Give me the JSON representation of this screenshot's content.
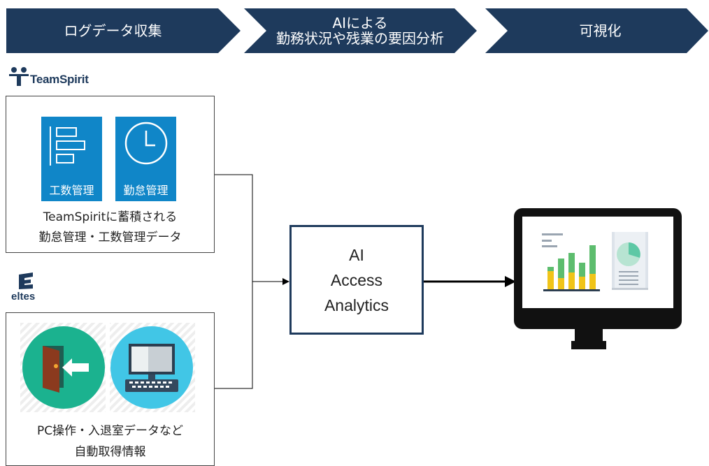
{
  "flow": {
    "step1": "ログデータ収集",
    "step2_line1": "AIによる",
    "step2_line2": "勤務状況や残業の要因分析",
    "step3": "可視化"
  },
  "teamspirit": {
    "logo_text": "TeamSpirit",
    "tile1_label": "工数管理",
    "tile2_label": "勤怠管理",
    "caption_line1": "TeamSpiritに蓄積される",
    "caption_line2": "勤怠管理・工数管理データ"
  },
  "eltes": {
    "logo_text": "eltes",
    "caption_line1": "PC操作・入退室データなど",
    "caption_line2": "自動取得情報"
  },
  "ai_box": {
    "line1": "AI",
    "line2": "Access",
    "line3": "Analytics"
  },
  "colors": {
    "chevron": "#1e3a5c",
    "tile_blue": "#1086c8",
    "circle_green": "#1bb28f",
    "circle_cyan": "#41c6e6",
    "bar_green": "#5dbd6e",
    "bar_yellow": "#f0c419",
    "arrow": "#000000"
  }
}
